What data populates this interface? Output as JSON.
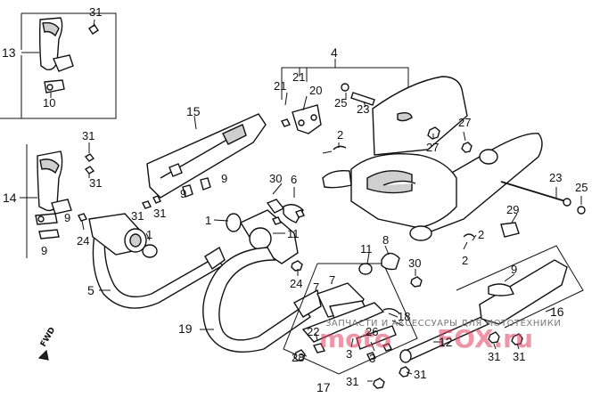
{
  "labels": {
    "l31a": "31",
    "l13": "13",
    "l10": "10",
    "l31b": "31",
    "l31c": "31",
    "l14": "14",
    "l9a": "9",
    "l9b": "9",
    "l24a": "24",
    "l15": "15",
    "l9c": "9",
    "l9d": "9",
    "l31d": "31",
    "l31e": "31",
    "l4": "4",
    "l21a": "21",
    "l21b": "21",
    "l20": "20",
    "l25a": "25",
    "l23a": "23",
    "l2a": "2",
    "l27a": "27",
    "l27b": "27",
    "l30a": "30",
    "l6": "6",
    "l1a": "1",
    "l11a": "11",
    "l1b": "1",
    "l5": "5",
    "l24b": "24",
    "l23b": "23",
    "l25b": "25",
    "l29": "29",
    "l2b": "2",
    "l2c": "2",
    "l11b": "11",
    "l8": "8",
    "l30b": "30",
    "l7": "7",
    "l7b": "7",
    "l19": "19",
    "l18": "18",
    "l22": "22",
    "l26": "26",
    "l28": "28",
    "l3a": "3",
    "l3b": "3",
    "l17": "17",
    "l31f": "31",
    "l31g": "31",
    "l12": "12",
    "l9e": "9",
    "l16": "16",
    "l31h": "31",
    "l31i": "31"
  },
  "fwd_mark": "FWD",
  "watermark": {
    "line": "ЗАПЧАСТИ И АКСЕССУАРЫ ДЛЯ МОТОТЕХНИКИ",
    "logo_left": "moto",
    "logo_right": "FOX.ru"
  }
}
